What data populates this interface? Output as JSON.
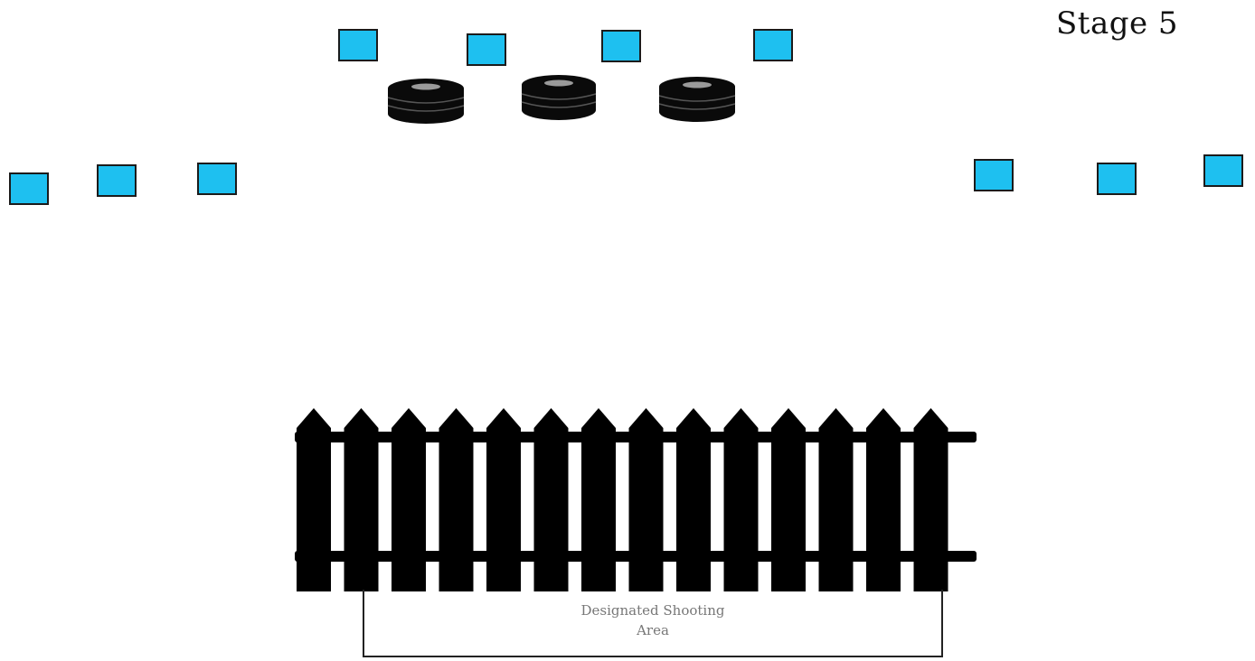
{
  "diagram": {
    "title": "Stage 5",
    "shooting_area": {
      "label_line1": "Designated Shooting",
      "label_line2": "Area"
    },
    "colors": {
      "target_fill": "#1ec0f0",
      "target_border": "#1b1b1b",
      "tire": "#0a0a0a",
      "fence": "#000000"
    },
    "counts": {
      "targets": 10,
      "tire_stacks": 3,
      "fence_pickets": 14
    }
  }
}
